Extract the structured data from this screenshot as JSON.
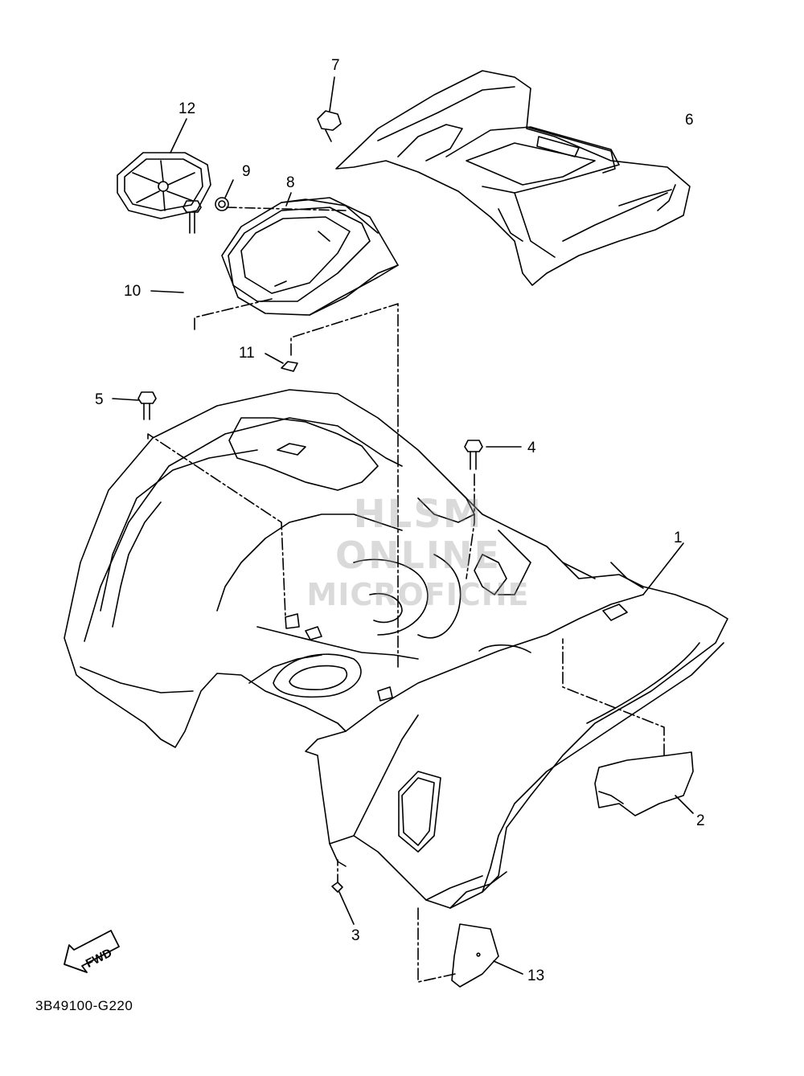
{
  "diagram": {
    "part_code": "3B49100-G220",
    "direction_label": "FWD",
    "watermark": {
      "line1": "HLSM",
      "line2": "ONLINE",
      "line3": "MICROFICHE"
    },
    "callouts": [
      {
        "id": "c1",
        "number": "1"
      },
      {
        "id": "c2",
        "number": "2"
      },
      {
        "id": "c3",
        "number": "3"
      },
      {
        "id": "c4",
        "number": "4"
      },
      {
        "id": "c5",
        "number": "5"
      },
      {
        "id": "c6",
        "number": "6"
      },
      {
        "id": "c7",
        "number": "7"
      },
      {
        "id": "c8",
        "number": "8"
      },
      {
        "id": "c9",
        "number": "9"
      },
      {
        "id": "c10",
        "number": "10"
      },
      {
        "id": "c11",
        "number": "11"
      },
      {
        "id": "c12",
        "number": "12"
      },
      {
        "id": "c13",
        "number": "13"
      }
    ]
  }
}
